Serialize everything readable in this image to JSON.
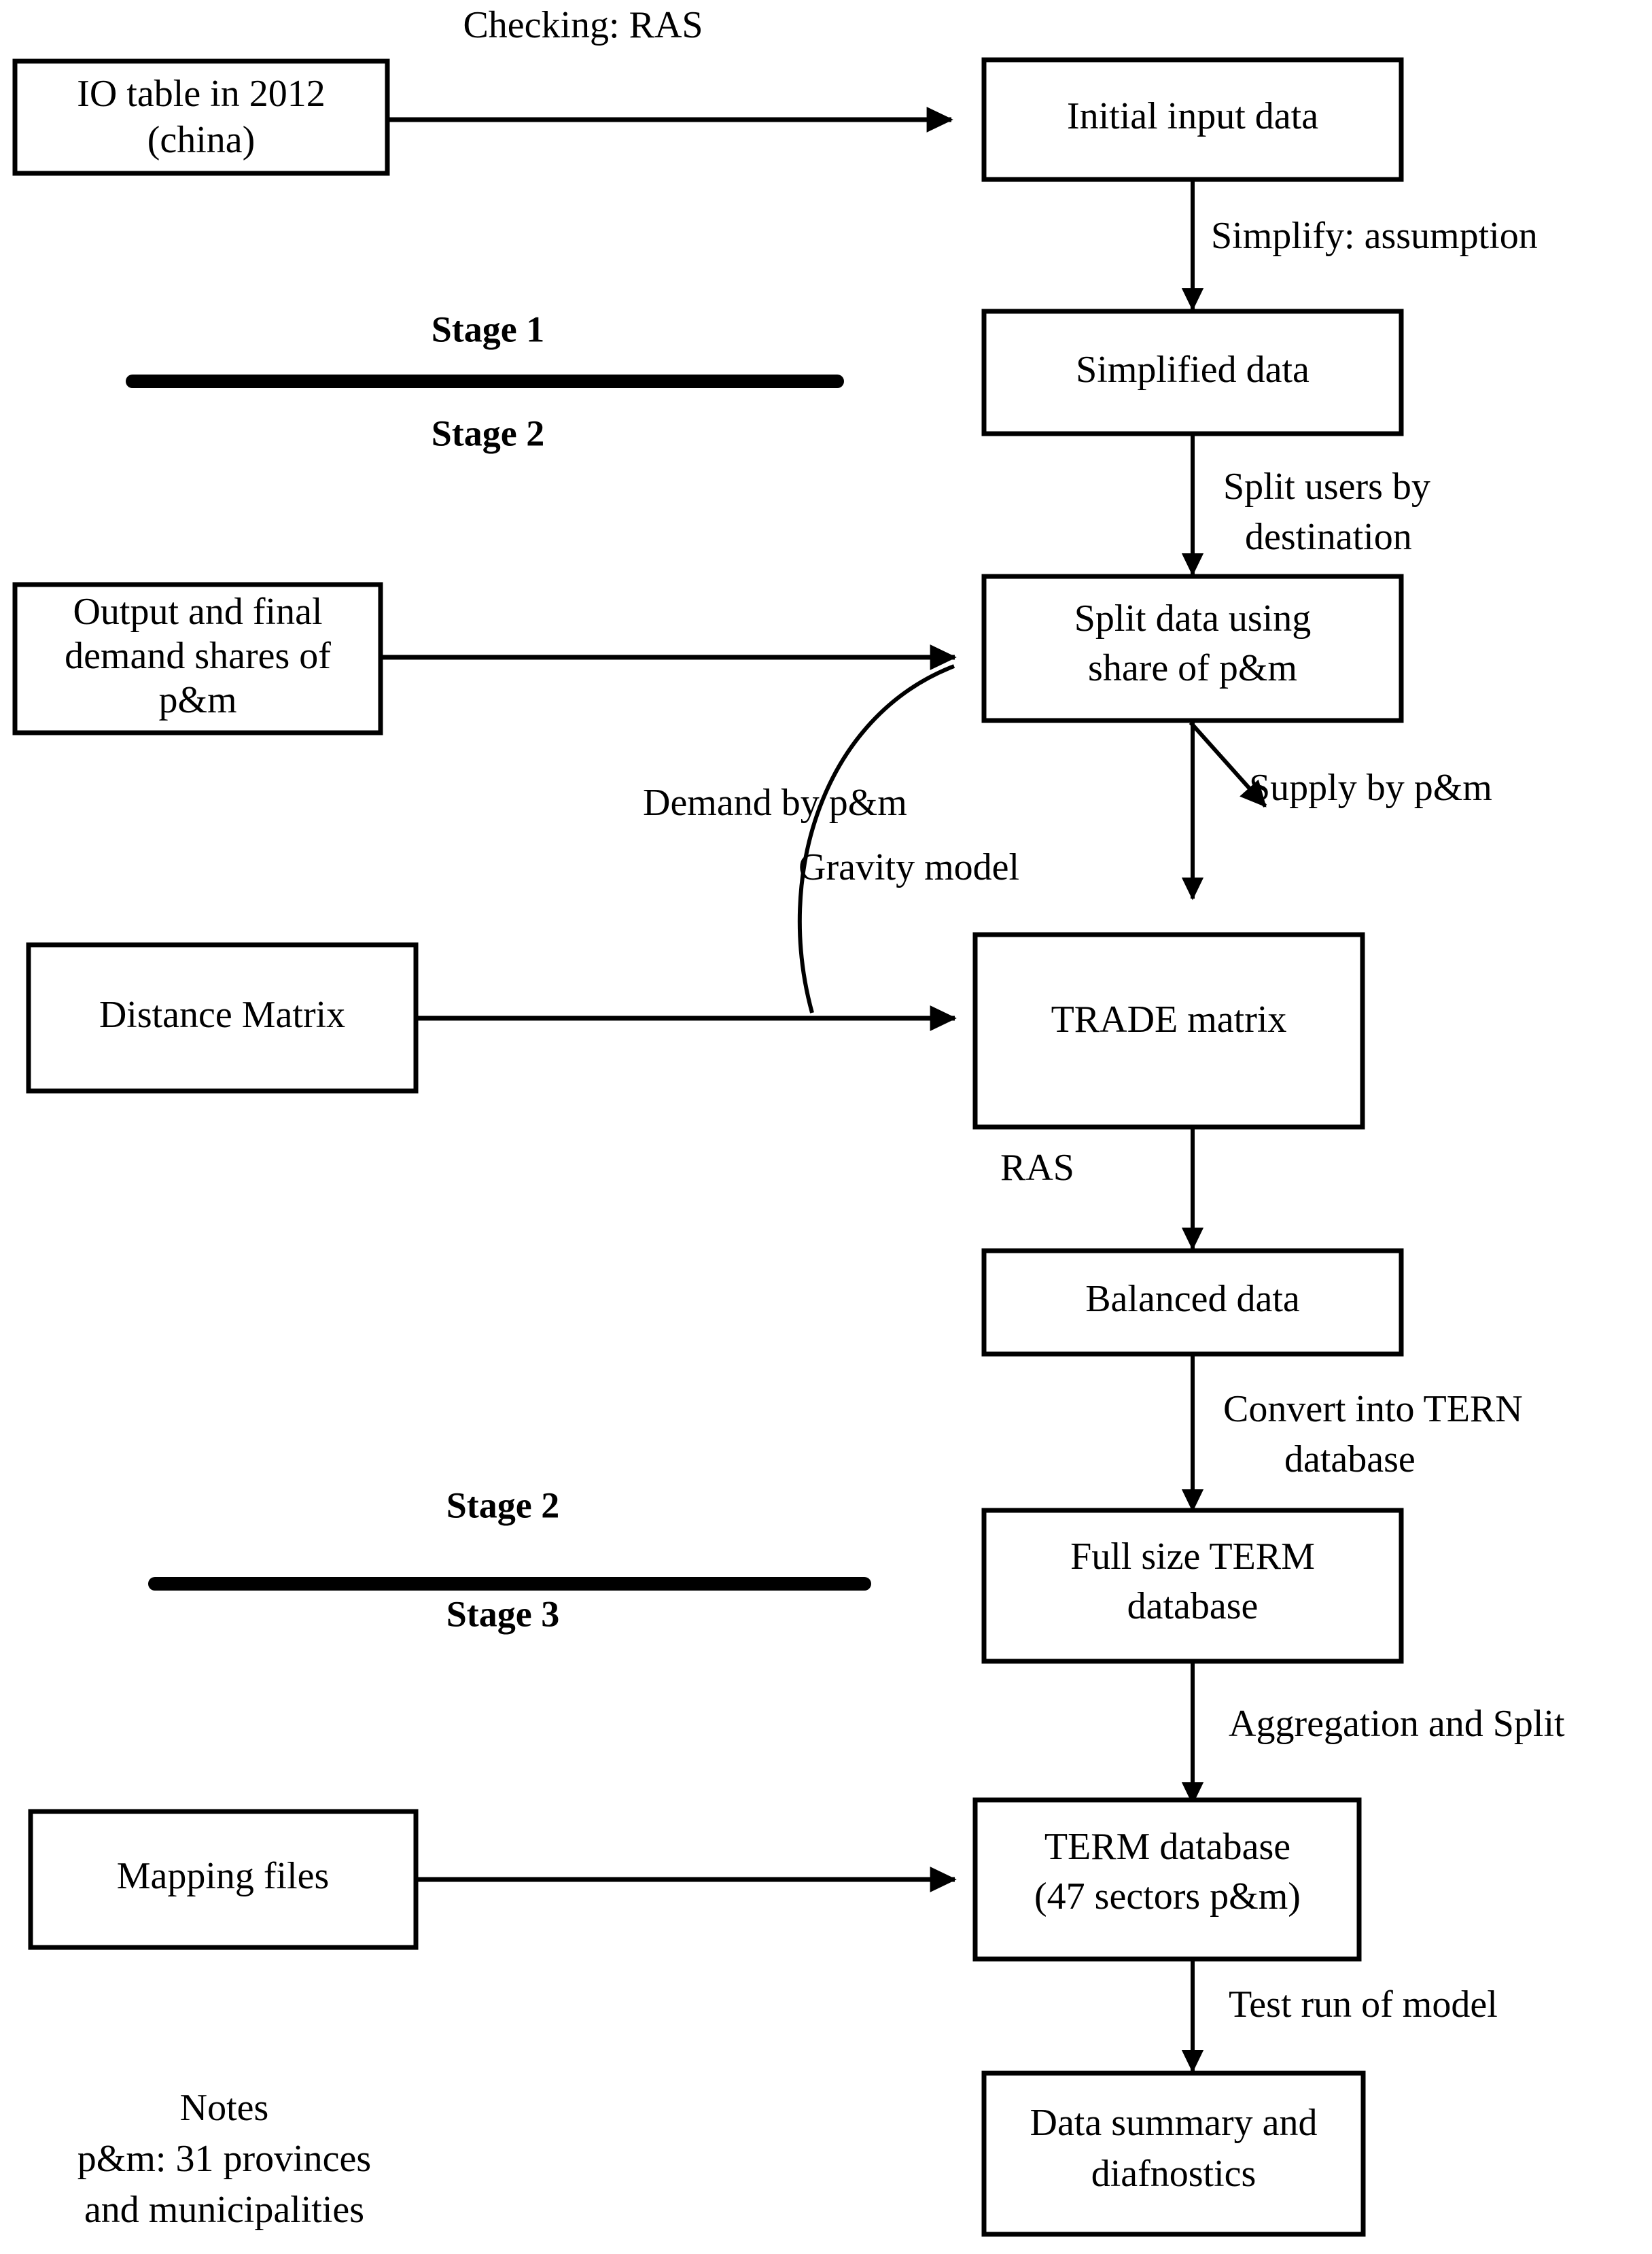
{
  "diagram": {
    "type": "flowchart",
    "title": "TERM database construction flowchart",
    "nodes": {
      "io_table": {
        "line1": "IO table in 2012",
        "line2": "(china)"
      },
      "initial_input": {
        "line1": "Initial input data"
      },
      "simplified": {
        "line1": "Simplified data"
      },
      "shares": {
        "line1": "Output and final",
        "line2": "demand shares of",
        "line3": "p&m"
      },
      "split_data": {
        "line1": "Split data using",
        "line2": "share of p&m"
      },
      "distance_matrix": {
        "line1": "Distance Matrix"
      },
      "trade_matrix": {
        "line1": "TRADE matrix"
      },
      "balanced": {
        "line1": "Balanced data"
      },
      "full_term": {
        "line1": "Full size TERM",
        "line2": "database"
      },
      "mapping_files": {
        "line1": "Mapping files"
      },
      "term_db": {
        "line1": "TERM database",
        "line2": "(47 sectors p&m)"
      },
      "summary": {
        "line1": "Data summary and",
        "line2": "diafnostics"
      }
    },
    "edge_labels": {
      "checking_ras": "Checking: RAS",
      "simplify": "Simplify: assumption",
      "split_users_1": "Split users by",
      "split_users_2": "destination",
      "demand_by_pm": "Demand by p&m",
      "gravity_model": "Gravity model",
      "supply_by_pm": "Supply by p&m",
      "ras": "RAS",
      "convert_1": "Convert into TERN",
      "convert_2": "database",
      "aggregation_split": "Aggregation and Split",
      "test_run": "Test run of model"
    },
    "stage_dividers": {
      "first": {
        "above": "Stage 1",
        "below": "Stage 2"
      },
      "second": {
        "above": "Stage 2",
        "below": "Stage 3"
      }
    },
    "notes": {
      "heading": "Notes",
      "line1": "p&m: 31 provinces",
      "line2": "and municipalities"
    },
    "colors": {
      "stroke": "#000000",
      "fill": "#ffffff",
      "background": "#ffffff"
    }
  }
}
